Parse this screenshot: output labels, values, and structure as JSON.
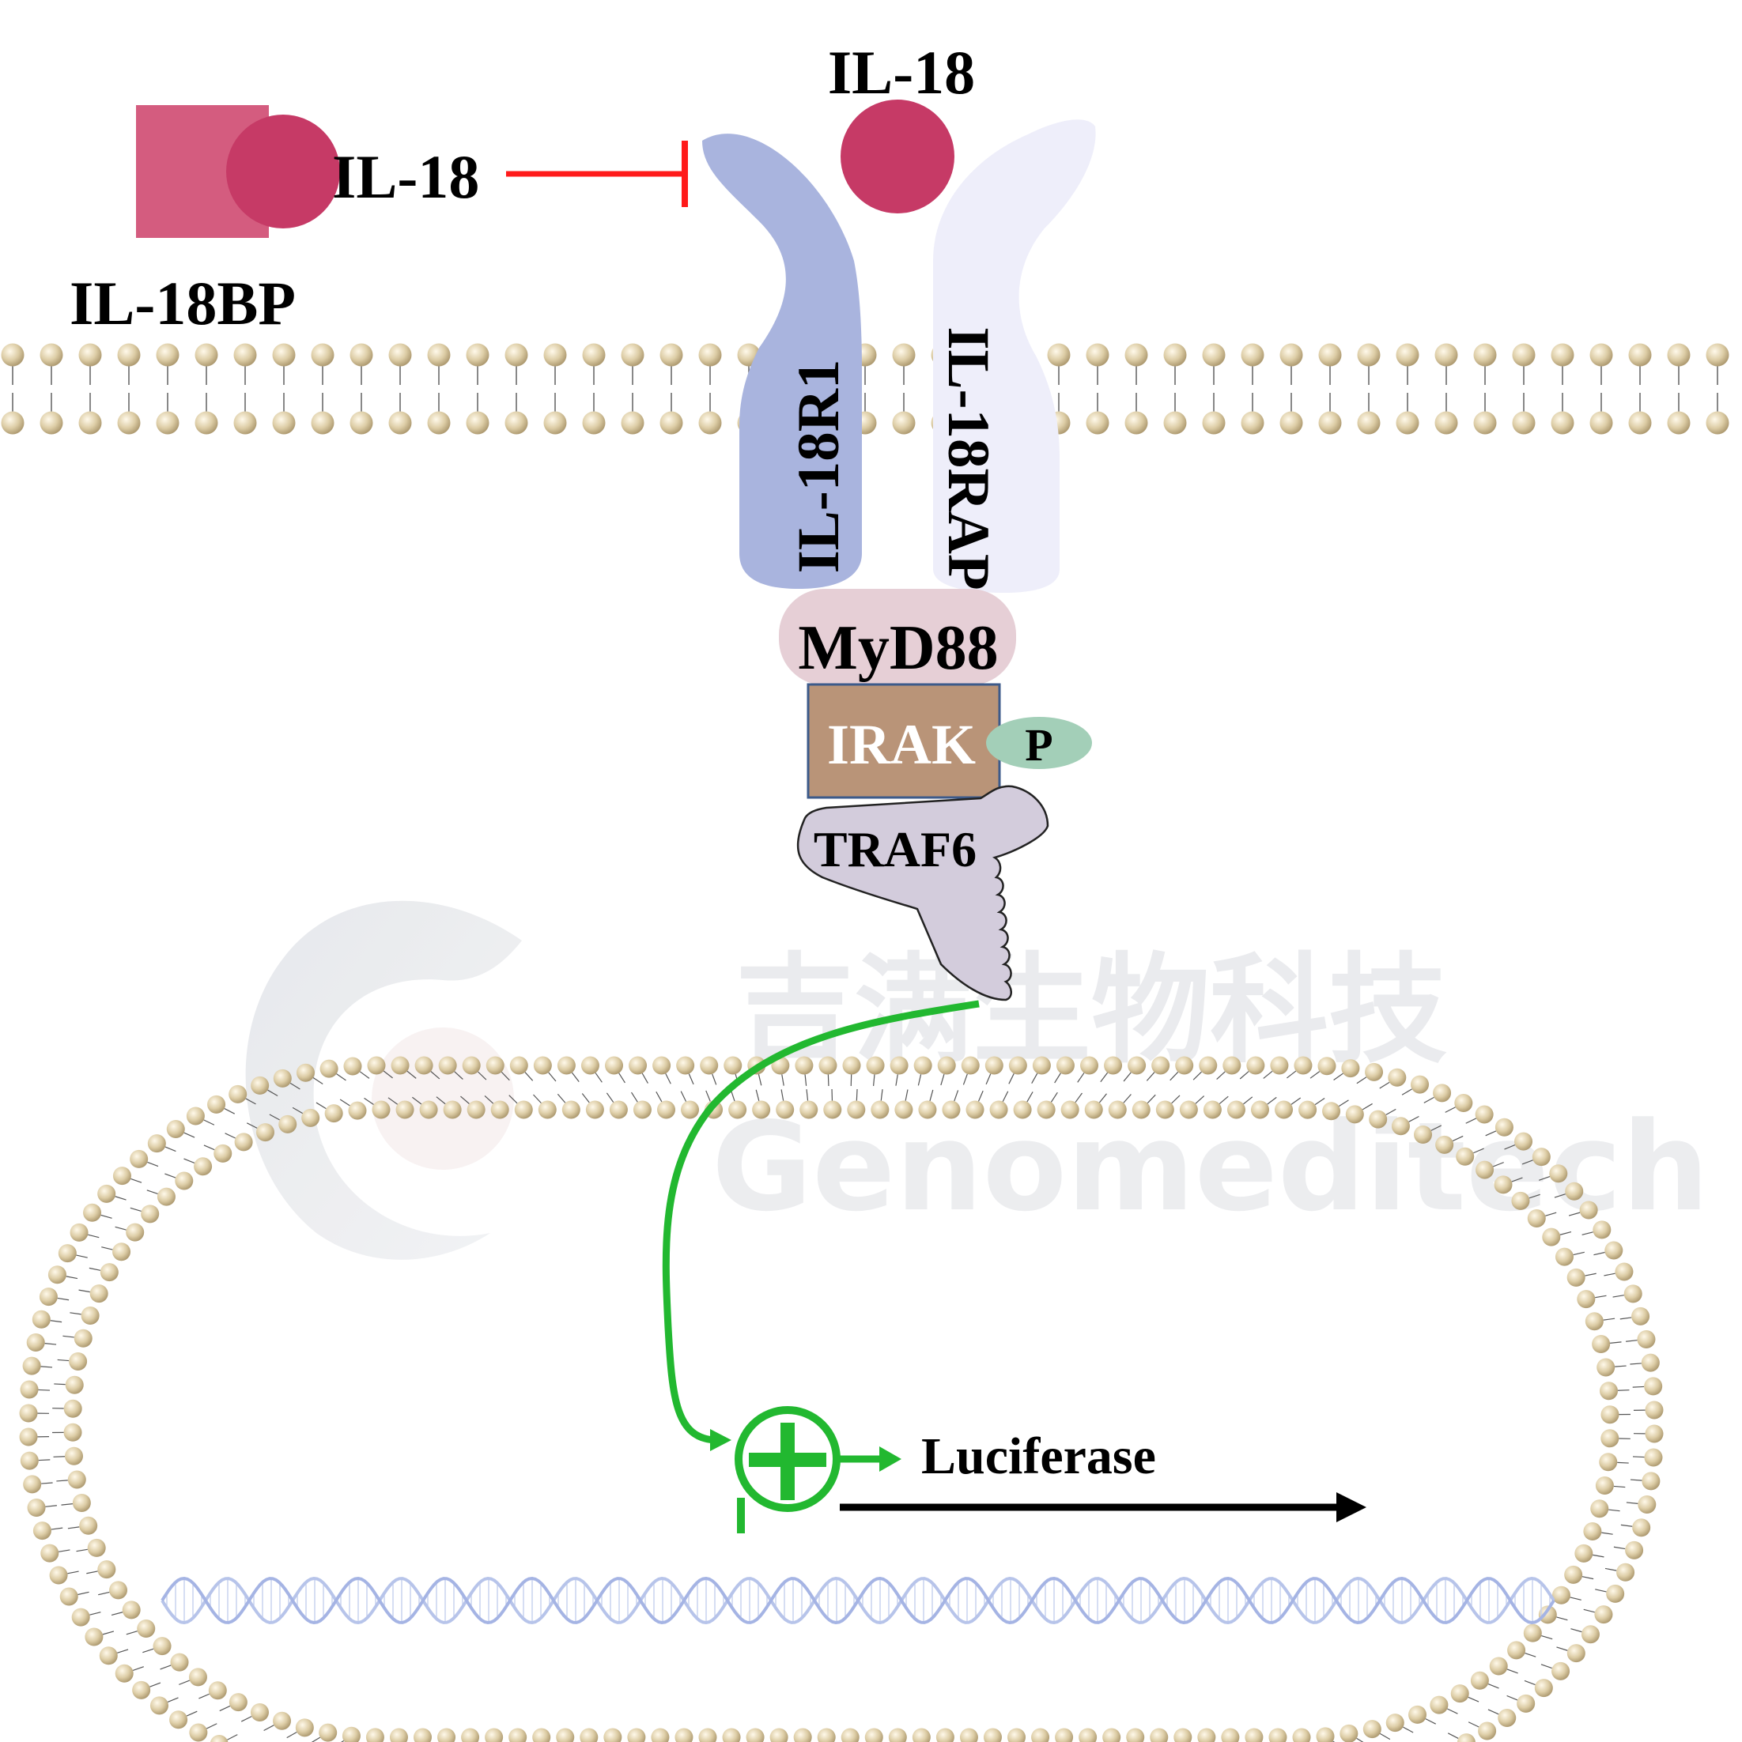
{
  "labels": {
    "il18_top": "IL-18",
    "il18_bound": "IL-18",
    "il18bp": "IL-18BP",
    "il18r1": "IL-18R1",
    "il18rap": "IL-18RAP",
    "myd88": "MyD88",
    "irak": "IRAK",
    "phospho": "P",
    "traf6": "TRAF6",
    "luciferase": "Luciferase"
  },
  "watermark": {
    "chinese": "吉满生物科技",
    "latin": "Genomeditech"
  },
  "colors": {
    "il18": "#c63a66",
    "il18bp": "#d45c7f",
    "il18r1": "#a9b4de",
    "il18rap": "#eeeefa",
    "myd88": "#e6cfd6",
    "irak": "#b99478",
    "irak_border": "#3c5a8a",
    "phospho": "#a3cfb8",
    "traf6": "#d3ccdc",
    "inhibition": "#ff1a1a",
    "activation": "#22b830",
    "lipid_head": "#d9c9a2",
    "dna": "#b7c4ea"
  }
}
